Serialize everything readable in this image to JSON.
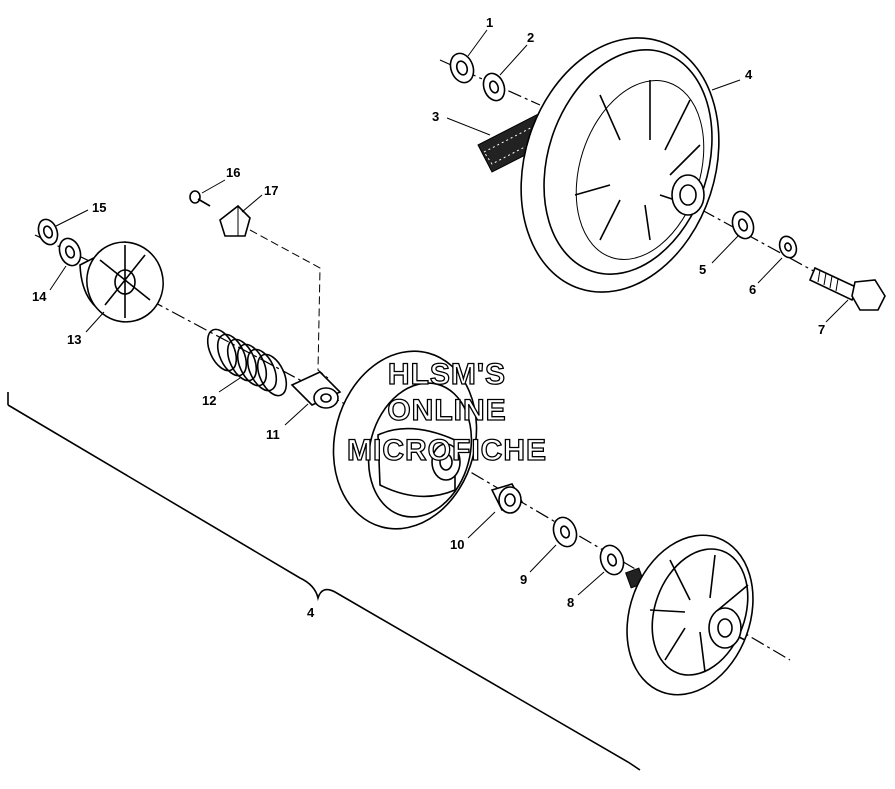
{
  "callouts": {
    "c1": "1",
    "c2": "2",
    "c3": "3",
    "c4_top": "4",
    "c5": "5",
    "c6": "6",
    "c7": "7",
    "c8": "8",
    "c9": "9",
    "c10": "10",
    "c11": "11",
    "c12": "12",
    "c13": "13",
    "c14": "14",
    "c15": "15",
    "c16": "16",
    "c17": "17",
    "c4_bracket": "4"
  },
  "watermark": {
    "line1": "HLSM'S",
    "line2": "ONLINE",
    "line3": "MICROFICHE"
  }
}
